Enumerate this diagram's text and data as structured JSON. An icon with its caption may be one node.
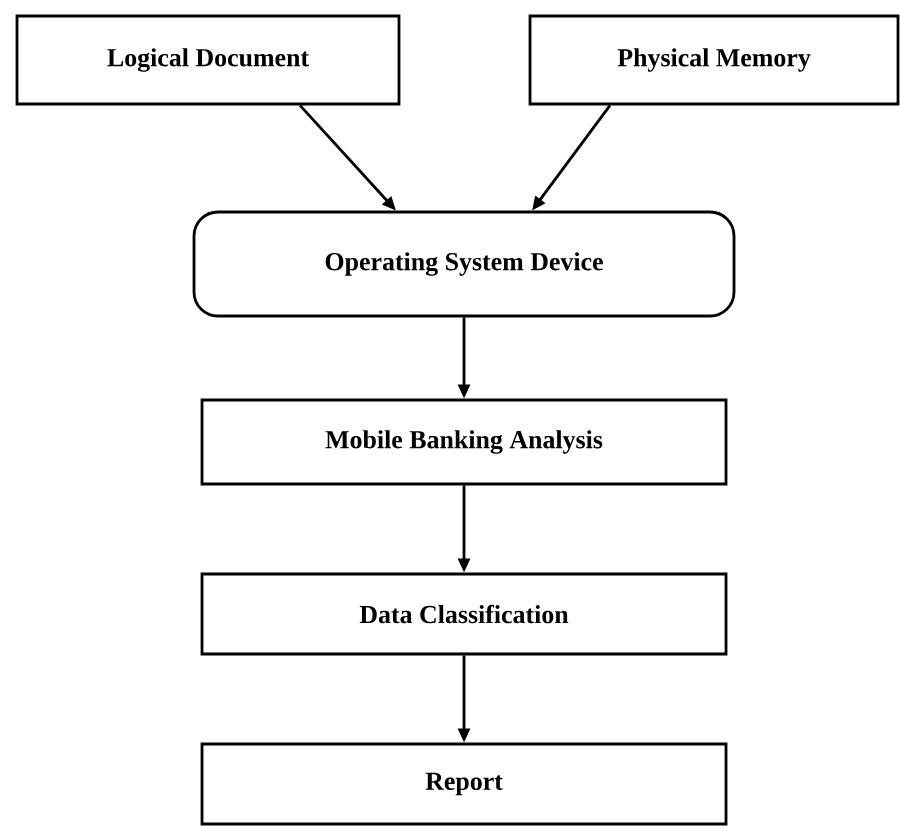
{
  "diagram": {
    "nodes": [
      {
        "text": [
          "Logical Document"
        ]
      },
      {
        "text": [
          "Physical Memory"
        ]
      },
      {
        "text": [
          "Operating System Device"
        ]
      },
      {
        "text": [
          "Mobile Banking Analysis"
        ]
      },
      {
        "text": [
          "Data Classification"
        ]
      },
      {
        "text": [
          "Report"
        ]
      }
    ],
    "edges": [
      {
        "from": 0,
        "to": 2,
        "arrow": "to"
      },
      {
        "from": 1,
        "to": 2,
        "arrow": "to"
      },
      {
        "from": 2,
        "to": 3,
        "arrow": "to"
      },
      {
        "from": 3,
        "to": 4,
        "arrow": "to"
      },
      {
        "from": 4,
        "to": 5,
        "arrow": "to"
      }
    ]
  }
}
